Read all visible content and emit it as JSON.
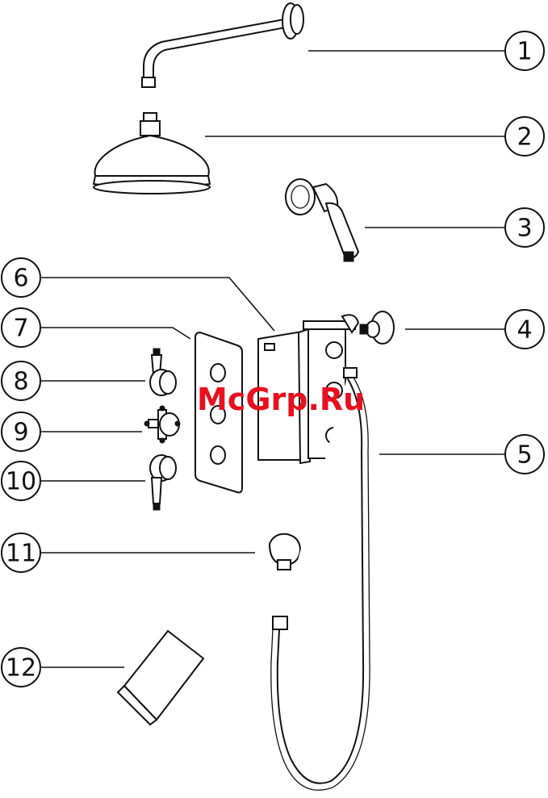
{
  "callouts": [
    {
      "id": "c1",
      "label": "1"
    },
    {
      "id": "c2",
      "label": "2"
    },
    {
      "id": "c3",
      "label": "3"
    },
    {
      "id": "c4",
      "label": "4"
    },
    {
      "id": "c5",
      "label": "5"
    },
    {
      "id": "c6",
      "label": "6"
    },
    {
      "id": "c7",
      "label": "7"
    },
    {
      "id": "c8",
      "label": "8"
    },
    {
      "id": "c9",
      "label": "9"
    },
    {
      "id": "c10",
      "label": "10"
    },
    {
      "id": "c11",
      "label": "11"
    },
    {
      "id": "c12",
      "label": "12"
    }
  ],
  "watermark": {
    "text": "McGrp.Ru",
    "color": "#e8101e"
  },
  "colors": {
    "line": "#111111",
    "background": "#ffffff"
  }
}
